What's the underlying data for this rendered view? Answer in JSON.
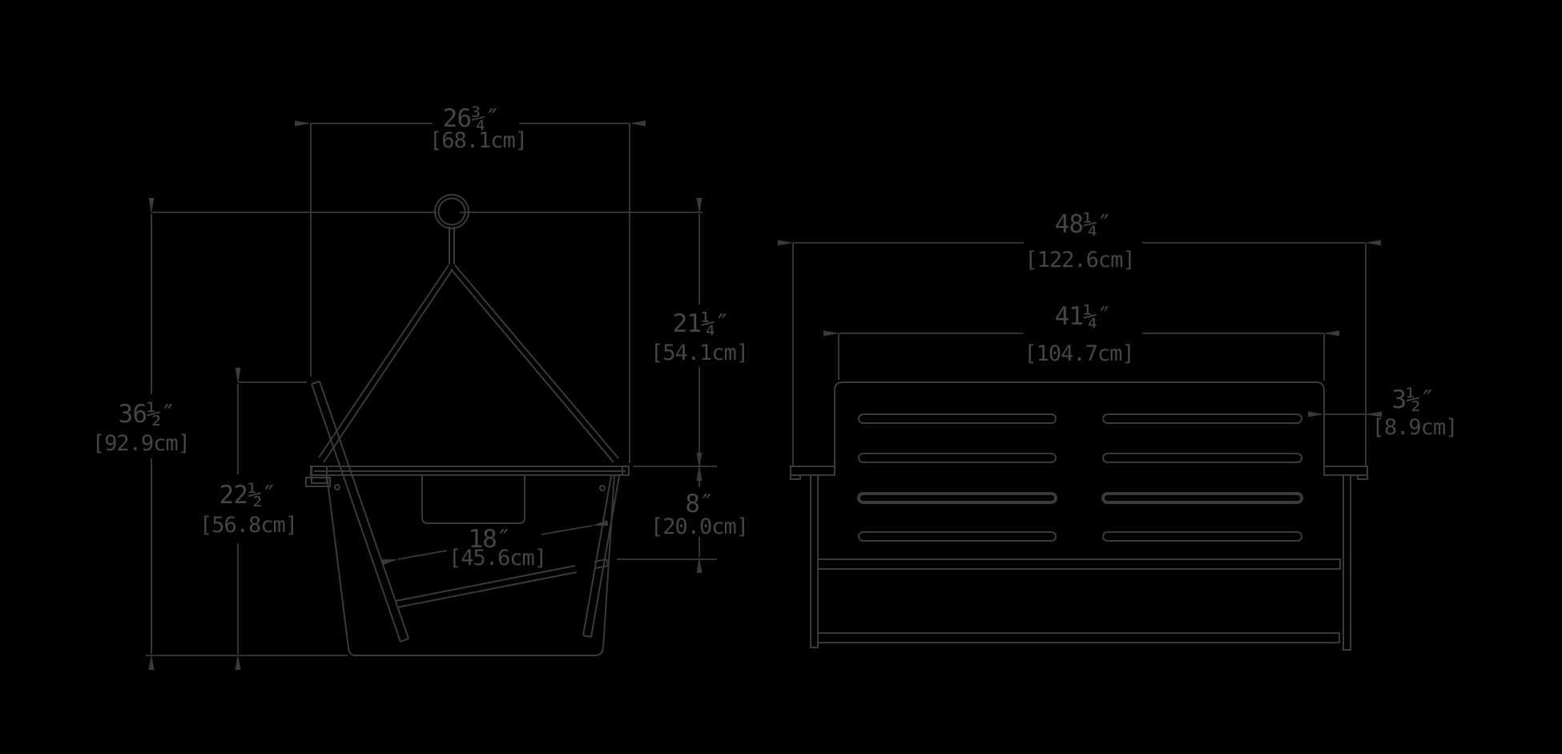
{
  "drawing": {
    "colors": {
      "background": "#000000",
      "line": "#3a3a3a",
      "text": "#454545"
    },
    "side_view": {
      "depth": {
        "in": "26¾″",
        "cm": "[68.1cm]"
      },
      "overall_height": {
        "in": "36½″",
        "cm": "[92.9cm]"
      },
      "back_height": {
        "in": "22½″",
        "cm": "[56.8cm]"
      },
      "hang_height": {
        "in": "21¼″",
        "cm": "[54.1cm]"
      },
      "clearance": {
        "in": "8″",
        "cm": "[20.0cm]"
      },
      "seat_depth": {
        "in": "18″",
        "cm": "[45.6cm]"
      }
    },
    "front_view": {
      "overall_width": {
        "in": "48¼″",
        "cm": "[122.6cm]"
      },
      "back_width": {
        "in": "41¼″",
        "cm": "[104.7cm]"
      },
      "arm_width": {
        "in": "3½″",
        "cm": "[8.9cm]"
      }
    }
  }
}
